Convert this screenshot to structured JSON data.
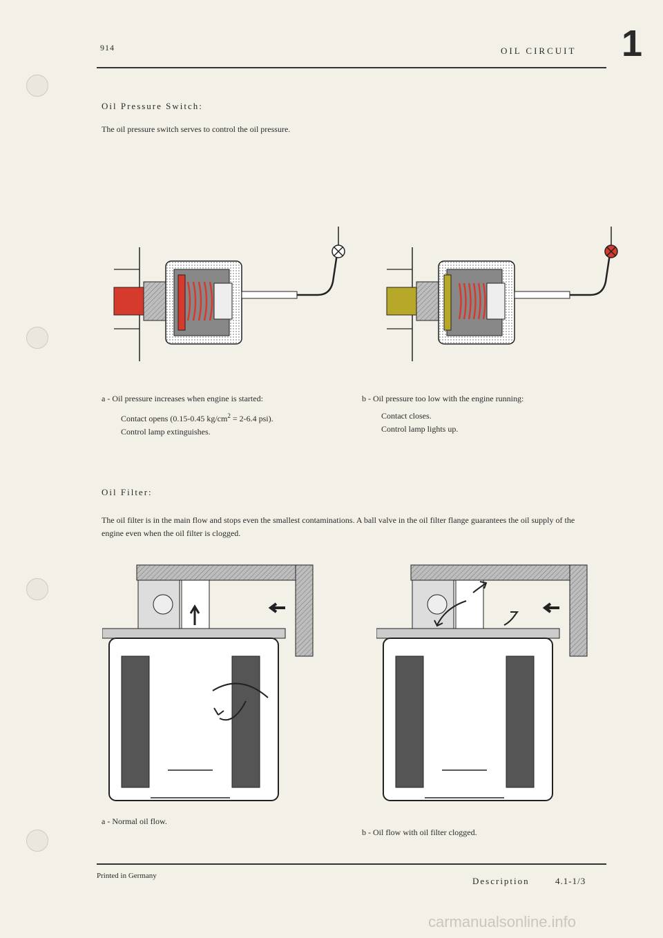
{
  "header": {
    "model": "914",
    "title": "OIL CIRCUIT",
    "section_number": "1"
  },
  "oil_pressure_switch": {
    "heading": "Oil Pressure Switch:",
    "intro": "The oil pressure switch serves to control the oil pressure.",
    "caption_a": {
      "title": "a - Oil pressure increases when engine is started:",
      "line1_pre": "Contact opens (0.15-0.45 kg/cm",
      "line1_sup": "2",
      "line1_post": " = 2-6.4 psi).",
      "line2": "Control lamp extinguishes."
    },
    "caption_b": {
      "title": "b - Oil pressure too low with the engine running:",
      "line1": "Contact closes.",
      "line2": "Control lamp lights up."
    },
    "colors": {
      "oil_pressure_high": "#d63a2c",
      "oil_pressure_low": "#b8a82a",
      "lamp_on": "#d63a2c"
    }
  },
  "oil_filter": {
    "heading": "Oil Filter:",
    "intro": "The oil filter is in the main flow and stops even the smallest contaminations. A ball valve in the oil filter flange guarantees the oil supply of the engine even when the oil filter is clogged.",
    "caption_a": "a - Normal oil flow.",
    "caption_b": "b - Oil flow with oil filter clogged."
  },
  "footer": {
    "printed": "Printed in Germany",
    "label": "Description",
    "page": "4.1-1/3"
  },
  "watermark": "carmanualsonline.info"
}
